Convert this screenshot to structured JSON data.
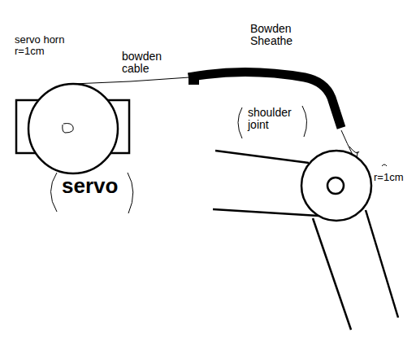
{
  "diagram": {
    "labels": [
      "servo horn r=1cm",
      "bowden cable",
      "Bowden Sheathe",
      "shoulder joint",
      "servo",
      "r=1cm"
    ]
  }
}
